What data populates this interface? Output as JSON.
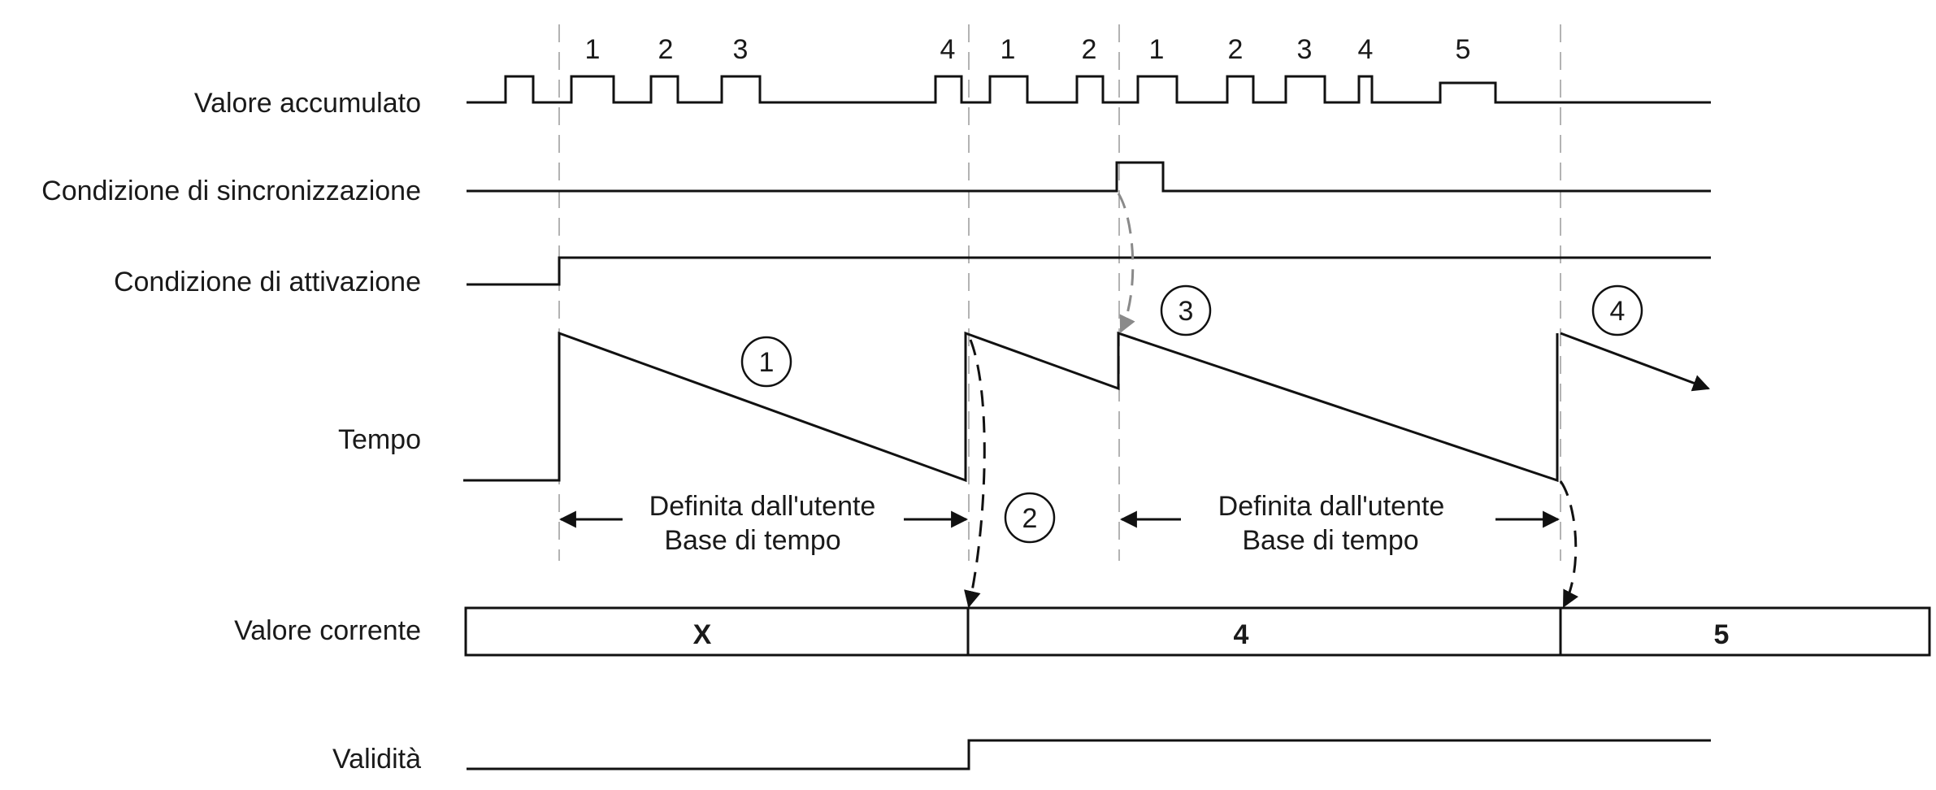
{
  "signals": {
    "accumulated": "Valore accumulato",
    "sync": "Condizione di sincronizzazione",
    "enable": "Condizione di attivazione",
    "time": "Tempo",
    "current": "Valore corrente",
    "validity": "Validità"
  },
  "pulse_numbers": [
    "1",
    "2",
    "3",
    "4",
    "1",
    "2",
    "1",
    "2",
    "3",
    "4",
    "5"
  ],
  "circle_markers": [
    "1",
    "2",
    "3",
    "4"
  ],
  "time_base": {
    "line1": "Definita dall'utente",
    "line2": "Base di tempo"
  },
  "current_values": [
    "X",
    "4",
    "5"
  ],
  "colors": {
    "line": "#111111",
    "guide": "#9a9a9a",
    "sync_arrow": "#8a8a8a"
  }
}
